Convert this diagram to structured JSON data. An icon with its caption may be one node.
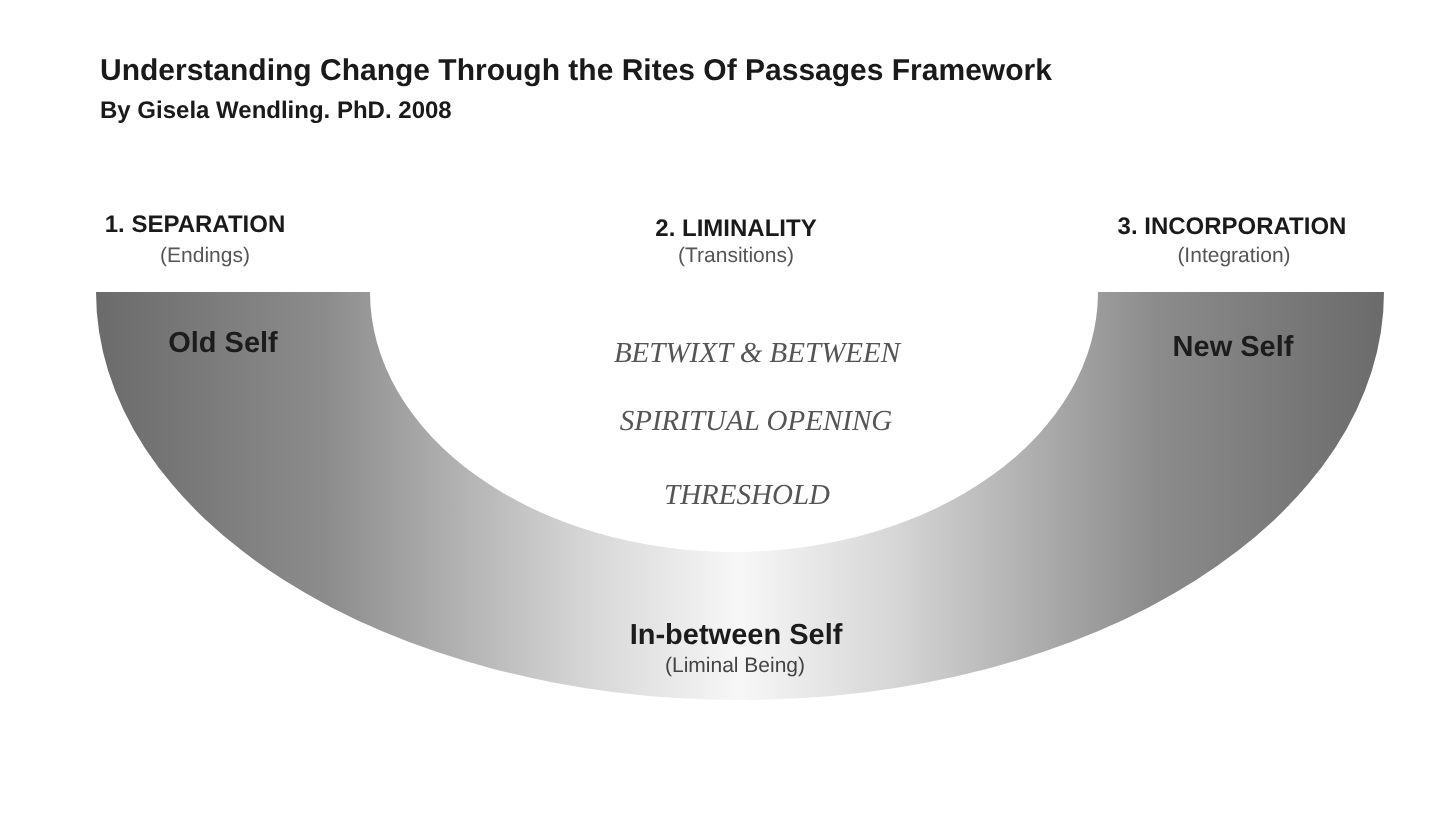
{
  "diagram": {
    "title": "Understanding Change Through the Rites Of Passages Framework",
    "nodes": [
      {
        "text": [
          "Old Self",
          "New Self",
          "In-between Self",
          "(Liminal Being)"
        ]
      }
    ],
    "labels": [
      "By Gisela Wendling. PhD. 2008",
      "1. SEPARATION",
      "(Endings)",
      "2. LIMINALITY",
      "(Transitions)",
      "3. INCORPORATION",
      "(Integration)",
      "BETWIXT & BETWEEN",
      "SPIRITUAL OPENING",
      "THRESHOLD"
    ]
  }
}
